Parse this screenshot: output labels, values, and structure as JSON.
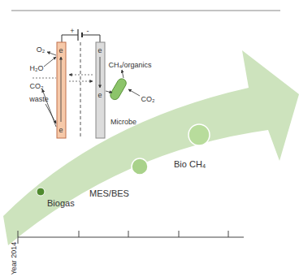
{
  "diagram": {
    "nodes": [
      {
        "text": [
          "Biogas"
        ]
      },
      {
        "text": [
          "MES/BES"
        ]
      },
      {
        "text": [
          "Bio CH₄"
        ]
      }
    ],
    "labels": [
      "+",
      "-",
      "e",
      "e",
      "O₂",
      "H₂O",
      "CO₂",
      "waste",
      "e",
      "e",
      "CH₄/organics",
      "CO₂",
      "Microbe",
      "Year 2014"
    ]
  }
}
